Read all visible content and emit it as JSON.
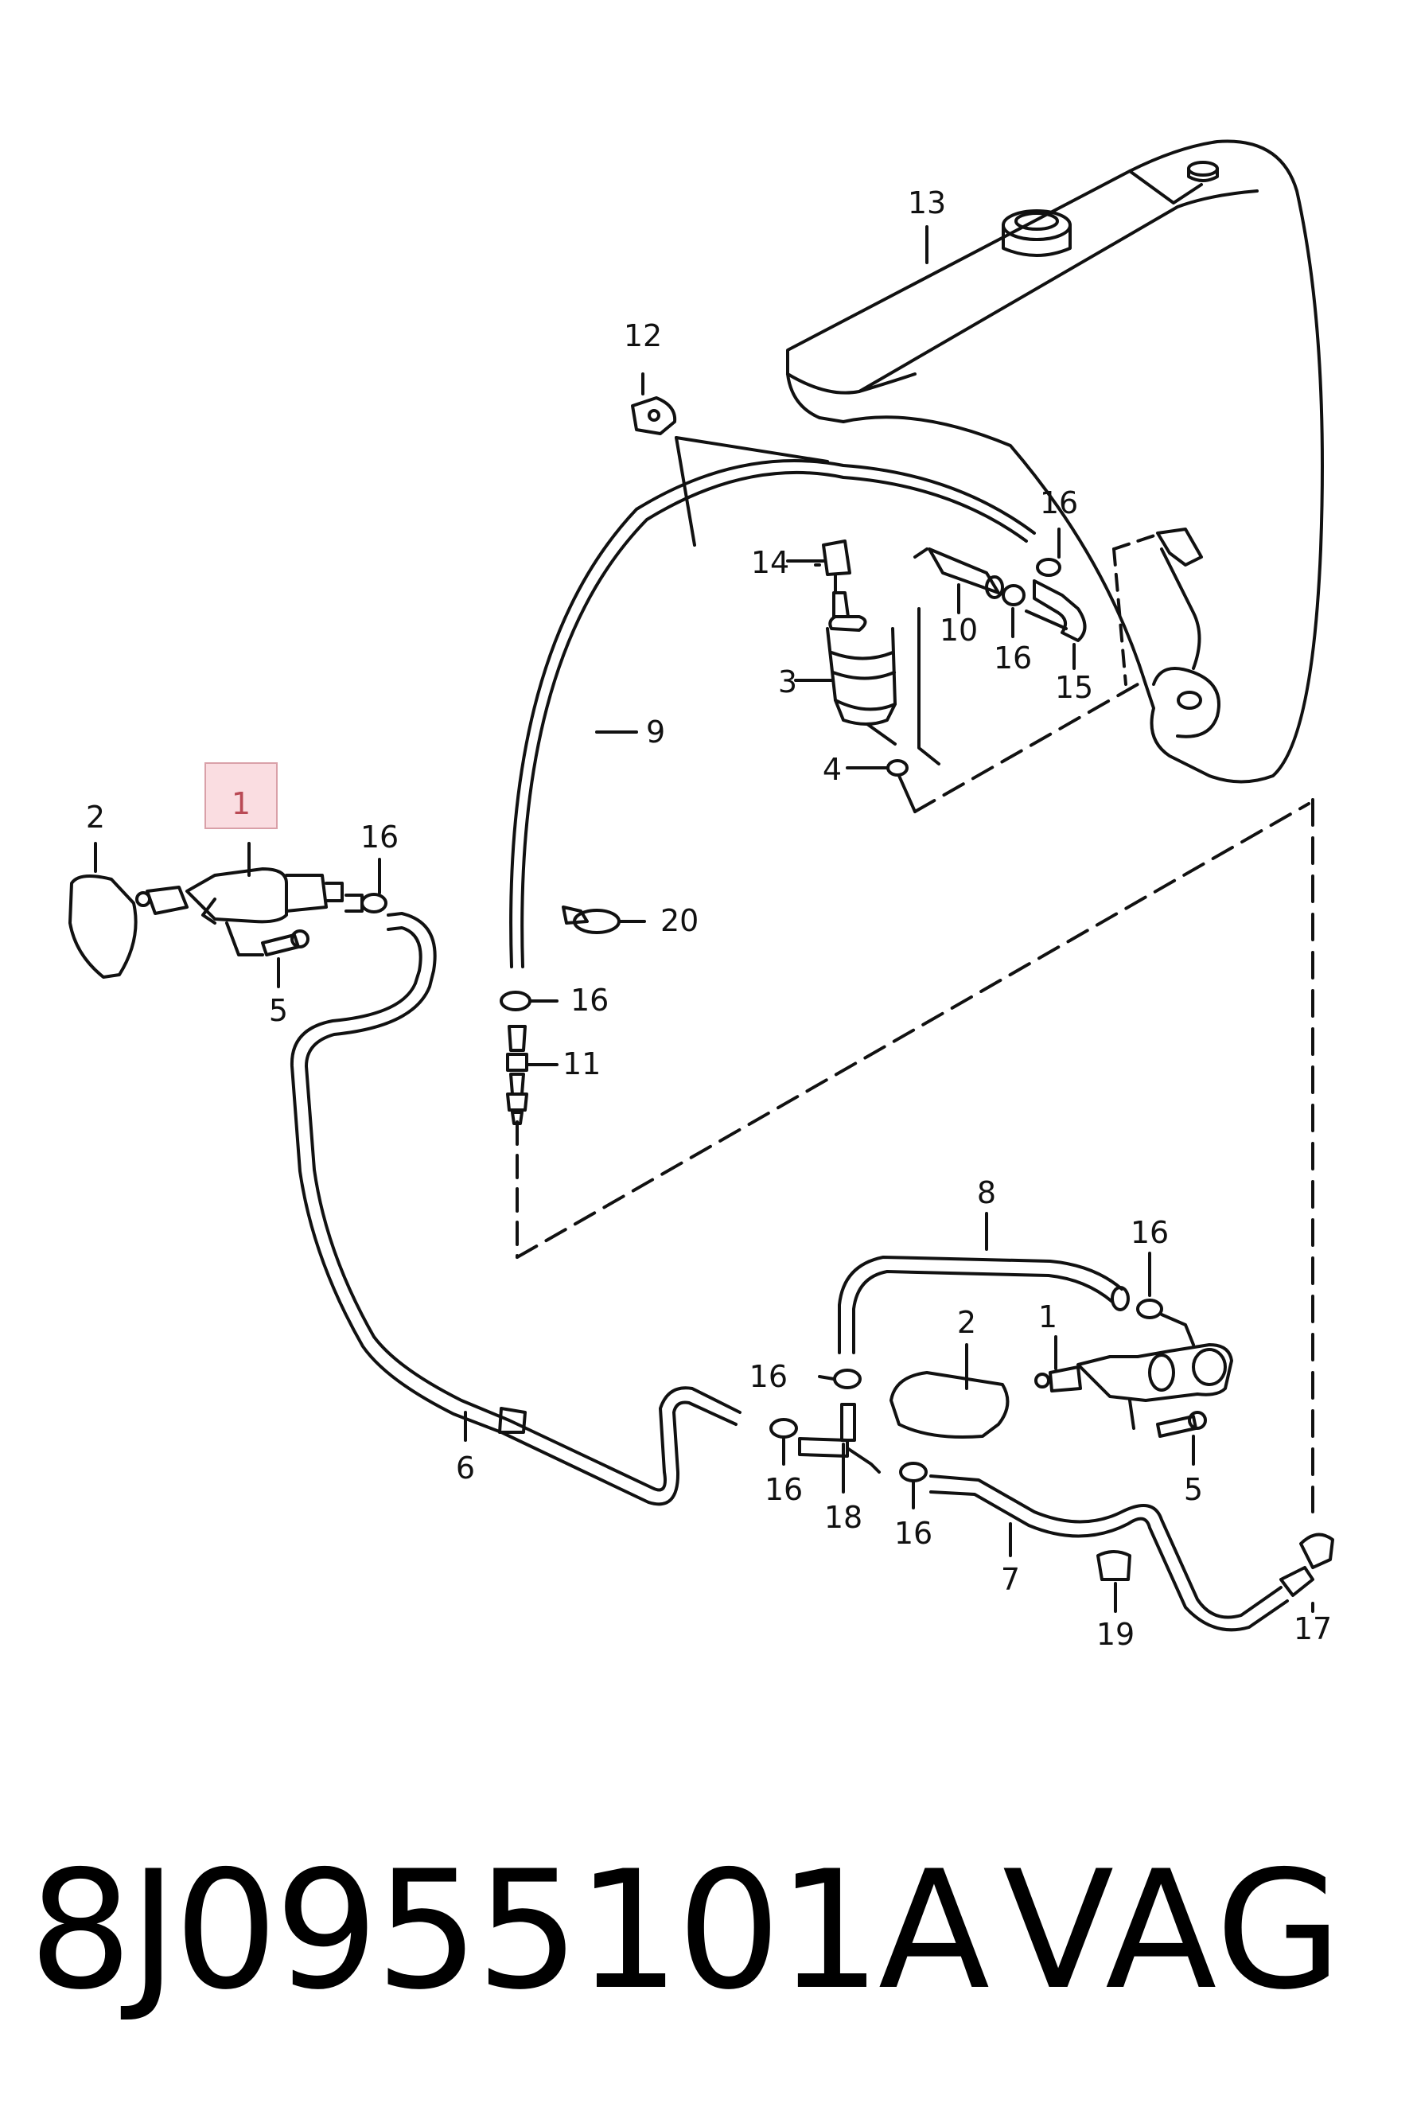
{
  "callouts": {
    "c1_main": "1",
    "c2_left": "2",
    "c16_left": "16",
    "c5_left": "5",
    "c12": "12",
    "c13": "13",
    "c16_top": "16",
    "c14": "14",
    "c10": "10",
    "c16_mid": "16",
    "c15": "15",
    "c3": "3",
    "c9": "9",
    "c4": "4",
    "c20": "20",
    "c16_hose": "16",
    "c11": "11",
    "c8": "8",
    "c16_right_top": "16",
    "c2_right": "2",
    "c1_right": "1",
    "c16_tee_top": "16",
    "c5_right": "5",
    "c6": "6",
    "c16_tee_left": "16",
    "c18": "18",
    "c16_tee_right": "16",
    "c7": "7",
    "c19": "19",
    "c17": "17"
  },
  "footer": {
    "part_number": "8J0955101A",
    "brand": "VAG"
  }
}
